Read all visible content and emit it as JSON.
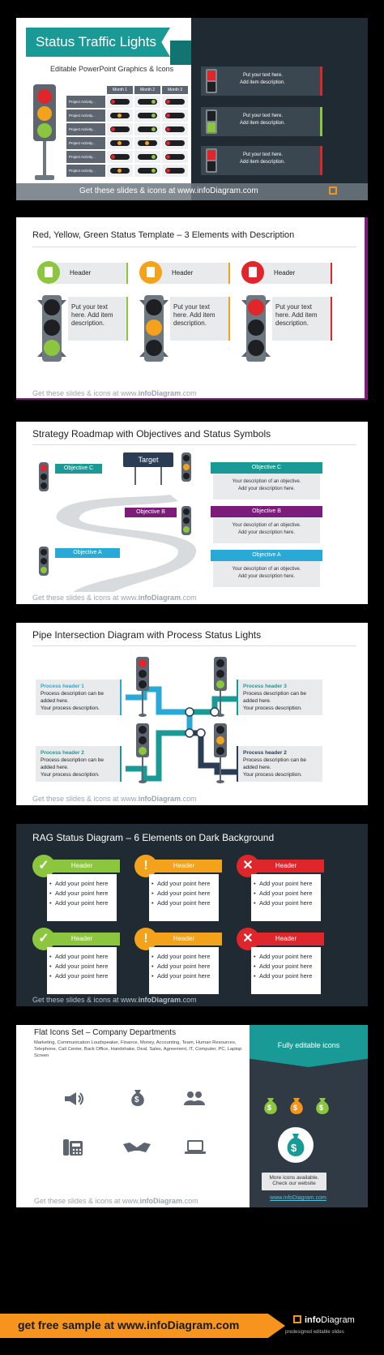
{
  "slide1": {
    "title": "Status Traffic Lights",
    "subtitle": "Editable PowerPoint Graphics & Icons",
    "month_headers": [
      "Month 1",
      "Month 2",
      "Month 3"
    ],
    "row_label": "Project Activity...",
    "rows": [
      [
        "red",
        "green",
        "red"
      ],
      [
        "yellow",
        "green",
        "red"
      ],
      [
        "red",
        "green",
        "red"
      ],
      [
        "yellow",
        "yellow",
        "red"
      ],
      [
        "red",
        "green",
        "red"
      ],
      [
        "yellow",
        "green",
        "red"
      ]
    ],
    "side_text_1": "Put your text here.",
    "side_text_2": "Add item description.",
    "footer": "Get these slides & icons at www.infoDiagram.com"
  },
  "slide2": {
    "title": "Red, Yellow, Green Status Template – 3 Elements with Description",
    "header": "Header",
    "desc_1": "Put your text",
    "desc_2": "here. Add item",
    "desc_3": "description.",
    "footer_a": "Get these slides & icons at www.",
    "footer_b": "infoDiagram",
    "footer_c": ".com"
  },
  "slide3": {
    "title": "Strategy Roadmap with Objectives and Status Symbols",
    "target": "Target",
    "objective_a": "Objective A",
    "objective_b": "Objective B",
    "objective_c": "Objective C",
    "desc_1": "Your description of an objective.",
    "desc_2": "Add your description here.",
    "footer_a": "Get these slides & icons at www.",
    "footer_b": "infoDiagram",
    "footer_c": ".com"
  },
  "slide4": {
    "title": "Pipe Intersection Diagram with Process Status Lights",
    "header_1": "Process header 1",
    "header_2": "Process header 2",
    "header_3": "Process header 3",
    "header_4": "Process header 2",
    "desc_1": "Process description can be",
    "desc_2": "added here.",
    "desc_3": "Your process description.",
    "footer_a": "Get these slides & icons at www.",
    "footer_b": "infoDiagram",
    "footer_c": ".com"
  },
  "slide5": {
    "title": "RAG Status Diagram – 6 Elements on Dark Background",
    "header": "Header",
    "point": "Add your point here",
    "footer_a": "Get these slides & icons at www.",
    "footer_b": "infoDiagram",
    "footer_c": ".com"
  },
  "slide6": {
    "title": "Flat Icons Set – Company Departments",
    "description": "Marketing, Communication Loudspeaker, Finance, Money, Accounting, Team, Human Resources, Telephone, Call Center, Back Office, Handshake, Deal, Sales, Agreement, IT, Computer, PC, Laptop Screen",
    "panel_title": "Fully editable icons",
    "more_1": "More icons available.",
    "more_2": "Check our website",
    "link": "www.infoDiagram.com",
    "footer_a": "Get these slides & icons at www.",
    "footer_b": "infoDiagram",
    "footer_c": ".com",
    "dollar": "$"
  },
  "bottom_bar": {
    "cta": "get free sample at www.infoDiagram.com",
    "brand_a": "info",
    "brand_b": "Diagram",
    "tagline": "predesigned editable slides"
  },
  "colors": {
    "teal": "#1a9a96",
    "red": "#e0262a",
    "yellow": "#f4a21c",
    "green": "#8cc63f",
    "dark": "#1f2a33",
    "purple": "#7b1b7a",
    "blue": "#28a9d6",
    "orange_bar": "#f7941d"
  }
}
